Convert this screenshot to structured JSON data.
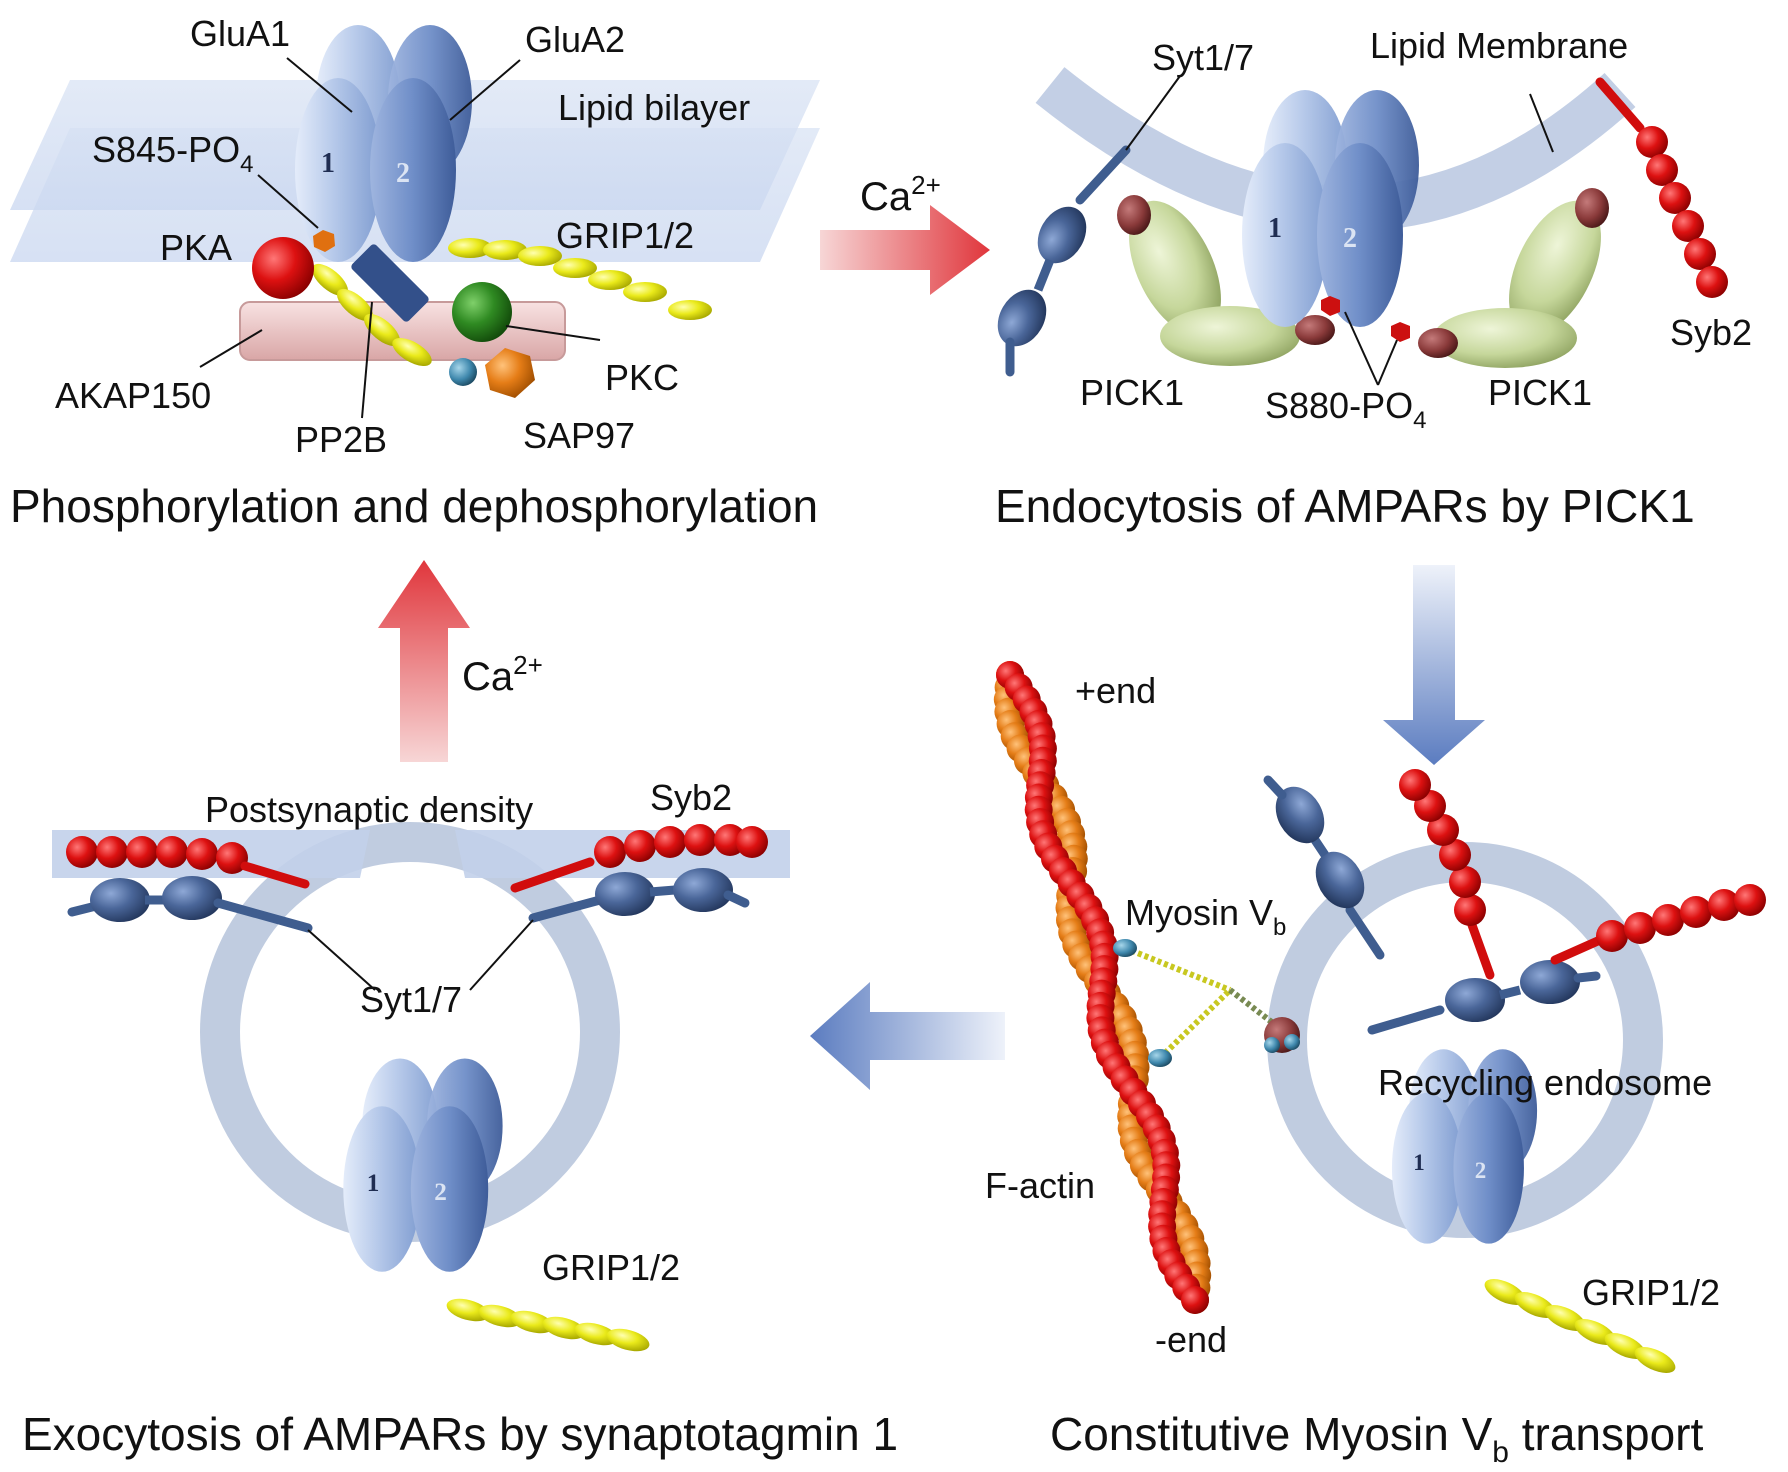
{
  "panels": {
    "phosphorylation": {
      "caption": "Phosphorylation and dephosphorylation",
      "labels": {
        "glua1": "GluA1",
        "glua2": "GluA2",
        "lipid_bilayer": "Lipid bilayer",
        "s845_main": "S845-PO",
        "s845_sub": "4",
        "pka": "PKA",
        "grip": "GRIP1/2",
        "akap": "AKAP150",
        "pkc": "PKC",
        "pp2b": "PP2B",
        "sap97": "SAP97"
      }
    },
    "endocytosis": {
      "caption": "Endocytosis of AMPARs by PICK1",
      "labels": {
        "syt": "Syt1/7",
        "lipid_membrane": "Lipid Membrane",
        "syb2": "Syb2",
        "pick1_left": "PICK1",
        "pick1_right": "PICK1",
        "s880_main": "S880-PO",
        "s880_sub": "4"
      }
    },
    "transport": {
      "caption_main": "Constitutive Myosin V",
      "caption_sub": "b",
      "caption_tail": " transport",
      "labels": {
        "plus_end": "+end",
        "minus_end": "-end",
        "myosin_main": "Myosin V",
        "myosin_sub": "b",
        "factin": "F-actin",
        "recycling": "Recycling endosome",
        "grip": "GRIP1/2"
      }
    },
    "exocytosis": {
      "caption": "Exocytosis of AMPARs by synaptotagmin 1",
      "labels": {
        "psd": "Postsynaptic density",
        "syb2": "Syb2",
        "syt": "Syt1/7",
        "grip": "GRIP1/2"
      }
    }
  },
  "arrows": {
    "ca_top_main": "Ca",
    "ca_top_sup": "2+",
    "ca_left_main": "Ca",
    "ca_left_sup": "2+"
  },
  "subunits": {
    "one": "1",
    "two": "2"
  },
  "colors": {
    "receptor_light": "#a9bfe6",
    "receptor_dark": "#6f8fc8",
    "membrane": "#c2d0ea",
    "vesicle": "#b9c6dd",
    "syb2_red": "#d10d0d",
    "syt_blue": "#3f5d8f",
    "grip_yellow": "#ecec1e",
    "pick1_green": "#c9d9a2",
    "akap_pink": "#ecc3c3",
    "pkc_green": "#2f8a22",
    "sap97_orange": "#e59a3a",
    "actin_orange": "#e2801c",
    "arrow_red": "#e0474c",
    "arrow_blue": "#5f7fbf"
  }
}
